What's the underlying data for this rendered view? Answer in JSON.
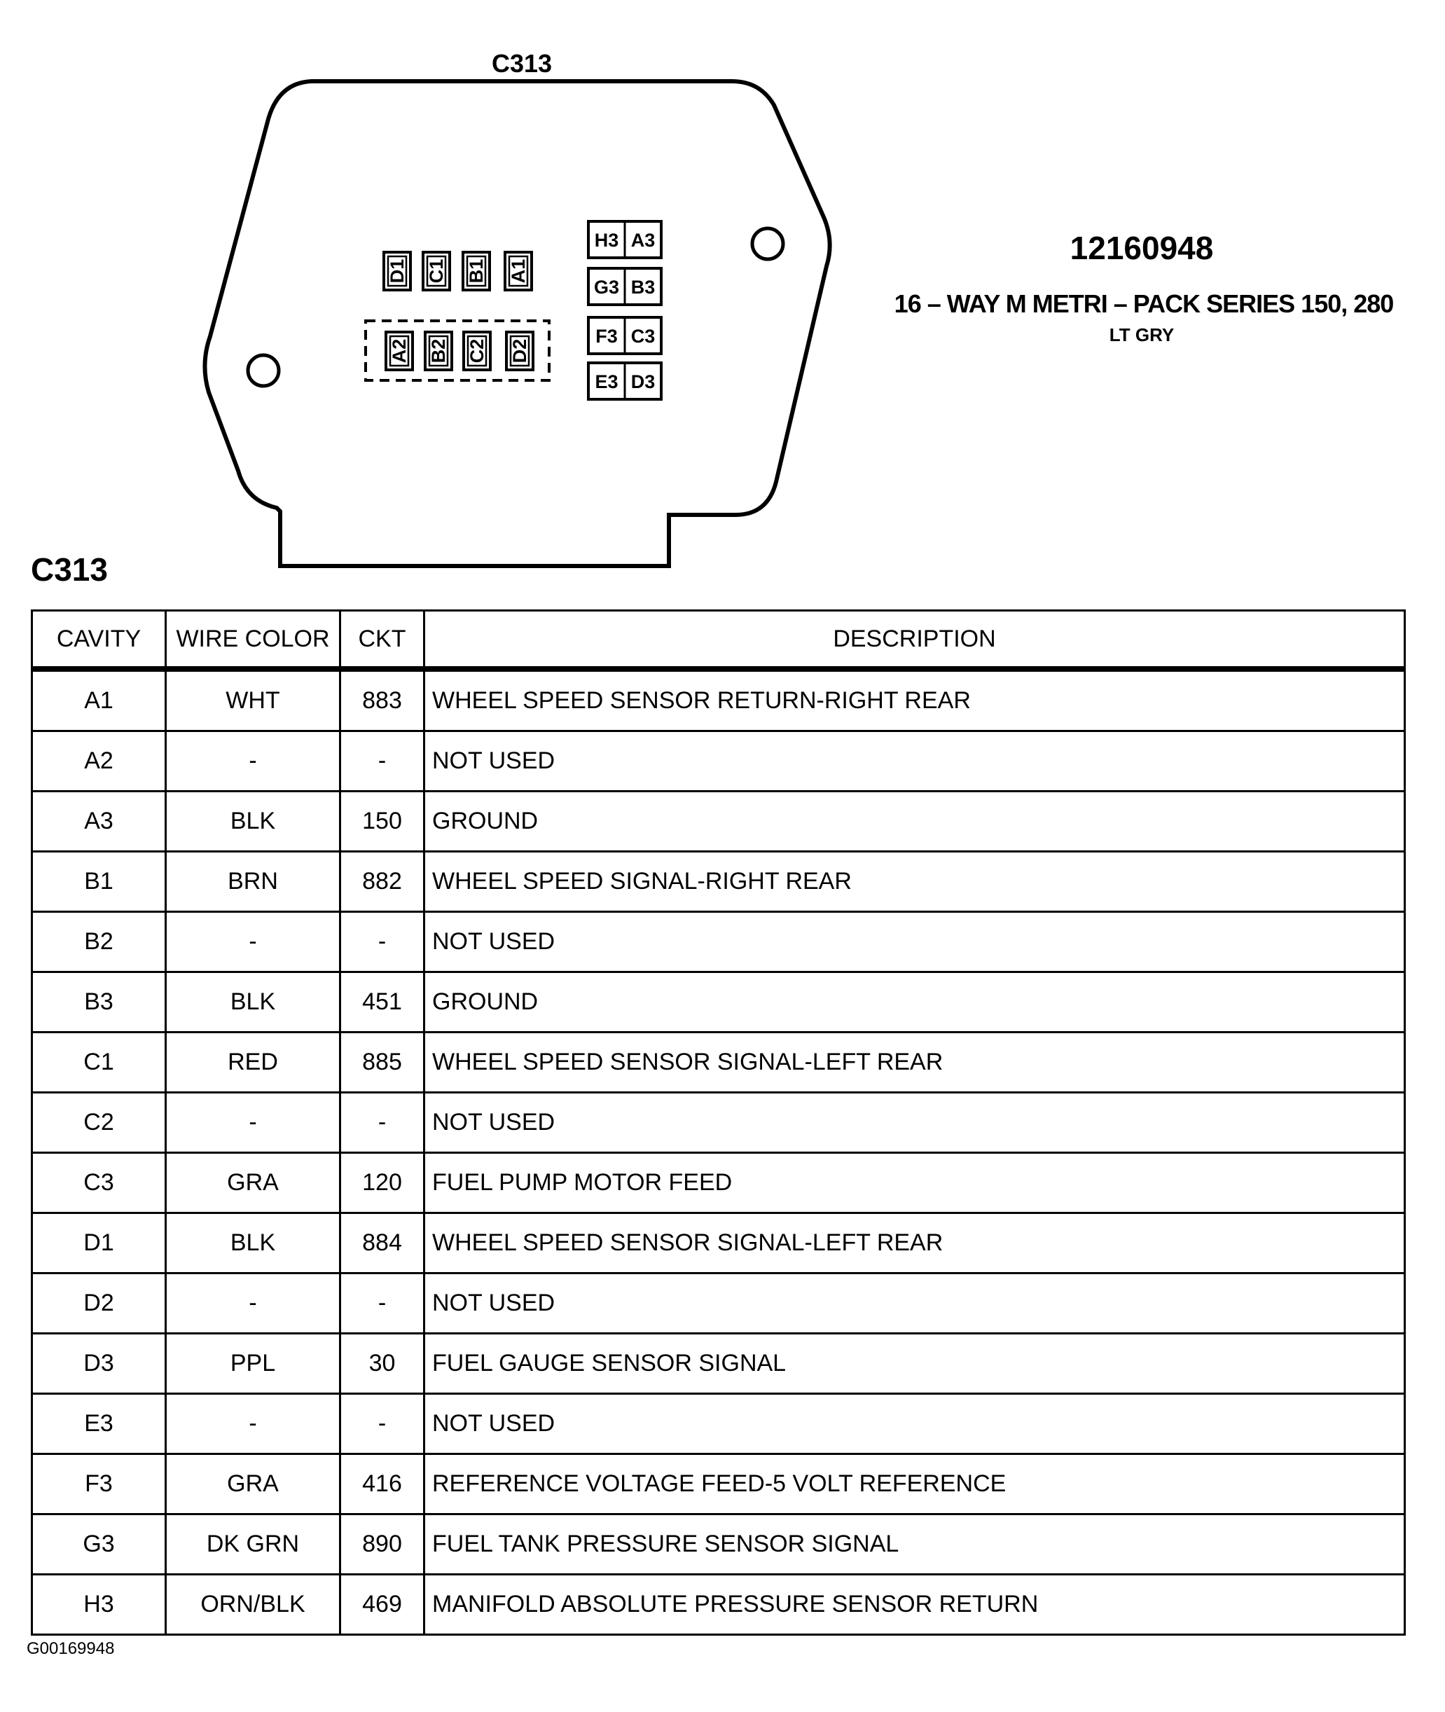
{
  "connector": {
    "name": "C313",
    "part_number": "12160948",
    "description": "16 – WAY M METRI – PACK SERIES 150, 280",
    "color": "LT GRY",
    "pins_upper_left": [
      "D1",
      "C1",
      "B1",
      "A1"
    ],
    "pins_lower_left": [
      "A2",
      "B2",
      "C2",
      "D2"
    ],
    "pins_right_grid": [
      [
        "H3",
        "A3"
      ],
      [
        "G3",
        "B3"
      ],
      [
        "F3",
        "C3"
      ],
      [
        "E3",
        "D3"
      ]
    ]
  },
  "table": {
    "title": "C313",
    "headers": [
      "CAVITY",
      "WIRE COLOR",
      "CKT",
      "DESCRIPTION"
    ],
    "rows": [
      [
        "A1",
        "WHT",
        "883",
        "WHEEL SPEED SENSOR RETURN-RIGHT REAR"
      ],
      [
        "A2",
        "-",
        "-",
        "NOT USED"
      ],
      [
        "A3",
        "BLK",
        "150",
        "GROUND"
      ],
      [
        "B1",
        "BRN",
        "882",
        "WHEEL SPEED SIGNAL-RIGHT REAR"
      ],
      [
        "B2",
        "-",
        "-",
        "NOT USED"
      ],
      [
        "B3",
        "BLK",
        "451",
        "GROUND"
      ],
      [
        "C1",
        "RED",
        "885",
        "WHEEL SPEED SENSOR SIGNAL-LEFT REAR"
      ],
      [
        "C2",
        "-",
        "-",
        "NOT USED"
      ],
      [
        "C3",
        "GRA",
        "120",
        "FUEL PUMP MOTOR FEED"
      ],
      [
        "D1",
        "BLK",
        "884",
        "WHEEL SPEED SENSOR SIGNAL-LEFT REAR"
      ],
      [
        "D2",
        "-",
        "-",
        "NOT USED"
      ],
      [
        "D3",
        "PPL",
        "30",
        "FUEL GAUGE SENSOR SIGNAL"
      ],
      [
        "E3",
        "-",
        "-",
        "NOT USED"
      ],
      [
        "F3",
        "GRA",
        "416",
        "REFERENCE VOLTAGE FEED-5 VOLT REFERENCE"
      ],
      [
        "G3",
        "DK GRN",
        "890",
        "FUEL TANK PRESSURE SENSOR SIGNAL"
      ],
      [
        "H3",
        "ORN/BLK",
        "469",
        "MANIFOLD ABSOLUTE PRESSURE SENSOR RETURN"
      ]
    ]
  },
  "footer": {
    "code": "G00169948"
  }
}
